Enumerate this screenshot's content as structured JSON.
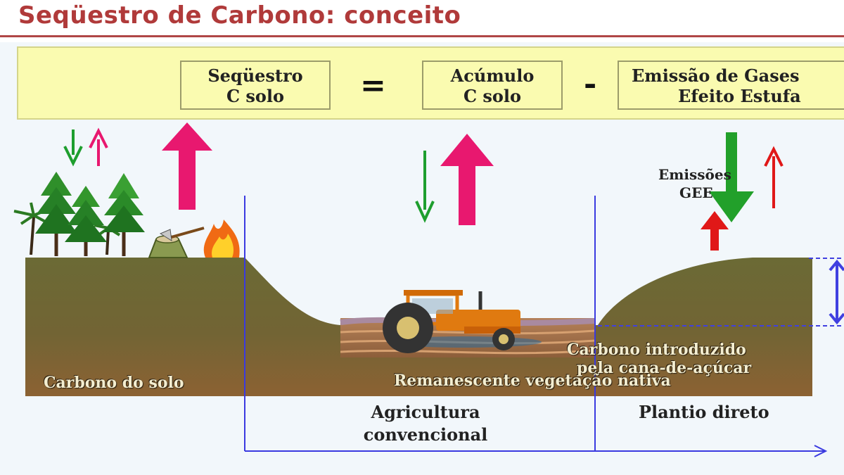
{
  "title": "Seqüestro de Carbono: conceito",
  "equation": {
    "term1": {
      "line1": "Seqüestro",
      "line2": "C solo"
    },
    "equals": "=",
    "term2": {
      "line1": "Acúmulo",
      "line2": "C solo"
    },
    "minus": "-",
    "term3": {
      "line1": "Emissão de Gases",
      "line2": "Efeito Estufa"
    }
  },
  "labels": {
    "emissoes": "Emissões",
    "gee": "GEE",
    "soil_carbon": "Carbono do solo",
    "remnant": "Remanescente vegetação nativa",
    "introduced": "Carbono  introduzido",
    "introduced2": "pela cana-de-açúcar",
    "stage_conventional_1": "Agricultura",
    "stage_conventional_2": "convencional",
    "stage_notill": "Plantio direto"
  },
  "colors": {
    "title": "#b03a3a",
    "soil_top": "#6b6a35",
    "soil_bottom": "#8a6032",
    "arrow_pink": "#e8186f",
    "arrow_green": "#1e9e2e",
    "arrow_red": "#e01818",
    "axis_blue": "#3a3ae0",
    "equation_bg": "#fafbb0"
  },
  "icons": [
    "tree-icon",
    "palm-icon",
    "axe-stump-icon",
    "fire-icon",
    "tractor-icon"
  ]
}
